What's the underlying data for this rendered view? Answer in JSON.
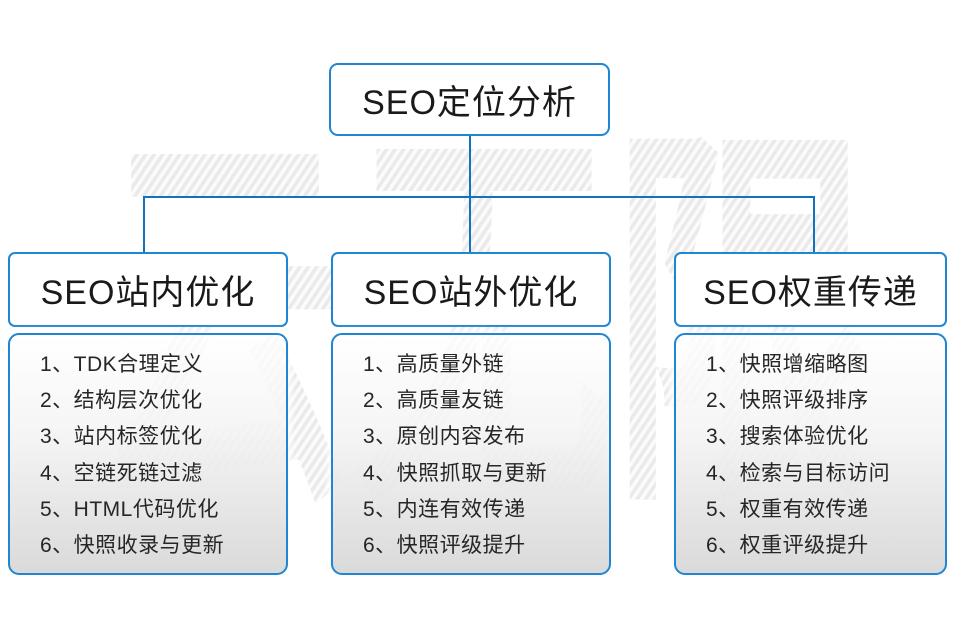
{
  "watermark": {
    "text": "云无限"
  },
  "root": {
    "title": "SEO定位分析"
  },
  "branches": [
    {
      "title": "SEO站内优化",
      "items": [
        "1、TDK合理定义",
        "2、结构层次优化",
        "3、站内标签优化",
        "4、空链死链过滤",
        "5、HTML代码优化",
        "6、快照收录与更新"
      ]
    },
    {
      "title": "SEO站外优化",
      "items": [
        "1、高质量外链",
        "2、高质量友链",
        "3、原创内容发布",
        "4、快照抓取与更新",
        "5、内连有效传递",
        "6、快照评级提升"
      ]
    },
    {
      "title": "SEO权重传递",
      "items": [
        "1、快照增缩略图",
        "2、快照评级排序",
        "3、搜索体验优化",
        "4、检索与目标访问",
        "5、权重有效传递",
        "6、权重评级提升"
      ]
    }
  ],
  "colors": {
    "connector": "#1172c0",
    "box_border": "#1e86d2",
    "text": "#262626"
  }
}
